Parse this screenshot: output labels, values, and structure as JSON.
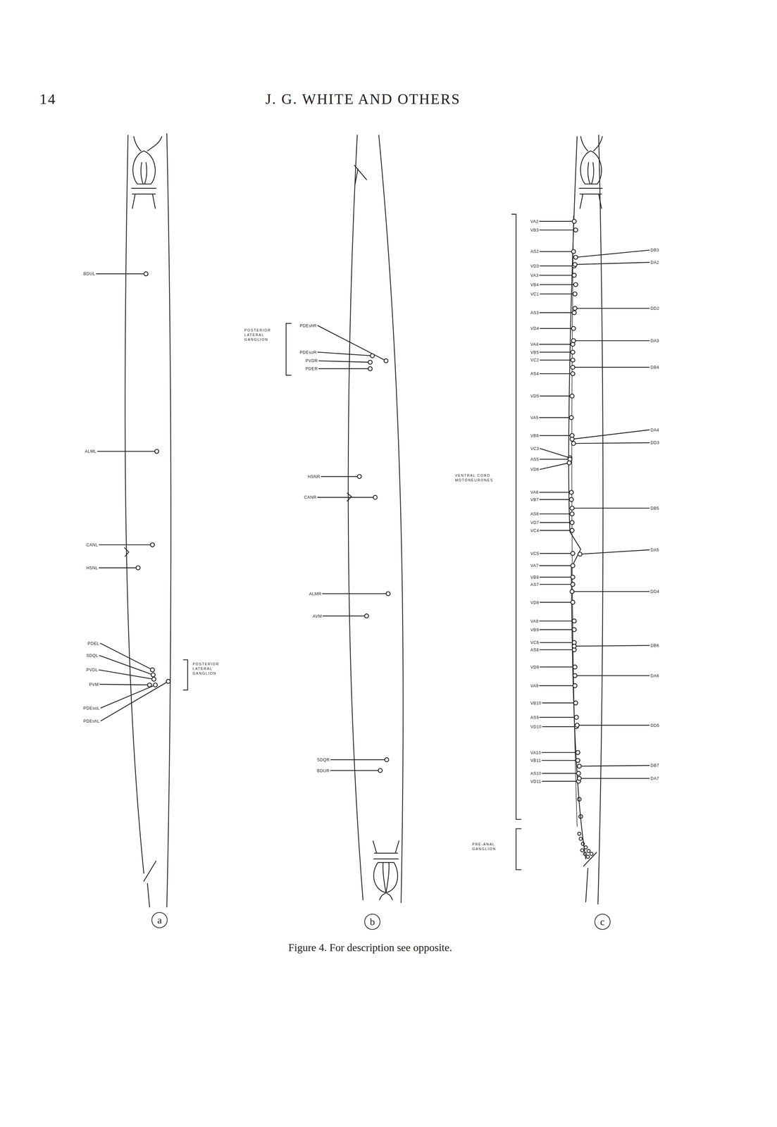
{
  "diagram": {
    "caption": "Figure 4. For description see opposite.",
    "labels": [
      "14",
      "J. G. WHITE AND OTHERS",
      "BDUL",
      "ALML",
      "CANL",
      "HSNL",
      "PDEL",
      "SDQL",
      "PVDL",
      "PVM",
      "PDEsoL",
      "PDEshL",
      "POSTERIOR LATERAL GANGLION",
      "a",
      "POSTERIOR LATERAL GANGLION",
      "PDEshR",
      "PDEsoR",
      "PVDR",
      "PDER",
      "HSNR",
      "CANR",
      "ALMR",
      "AVM",
      "SDQR",
      "BDUR",
      "b",
      "VA2",
      "VB3",
      "AS2",
      "VD3",
      "VA3",
      "VB4",
      "VC1",
      "AS3",
      "VD4",
      "VA4",
      "VB5",
      "VC2",
      "AS4",
      "VD5",
      "VA5",
      "VB6",
      "VC3",
      "AS5",
      "VD6",
      "VA6",
      "VB7",
      "AS6",
      "VD7",
      "VC4",
      "VC5",
      "VA7",
      "VB8",
      "AS7",
      "VD8",
      "VA8",
      "VB9",
      "VC6",
      "AS8",
      "VD9",
      "VA9",
      "VB10",
      "AS9",
      "VD10",
      "VA10",
      "VB11",
      "AS10",
      "VD11",
      "DB3",
      "DA2",
      "DD2",
      "DA3",
      "DB4",
      "DA4",
      "DD3",
      "DB5",
      "DA5",
      "DD4",
      "DB6",
      "DA6",
      "DD5",
      "DB7",
      "DA7",
      "VENTRAL CORD MOTONEURONES",
      "PRE-ANAL GANGLION",
      "c"
    ]
  }
}
